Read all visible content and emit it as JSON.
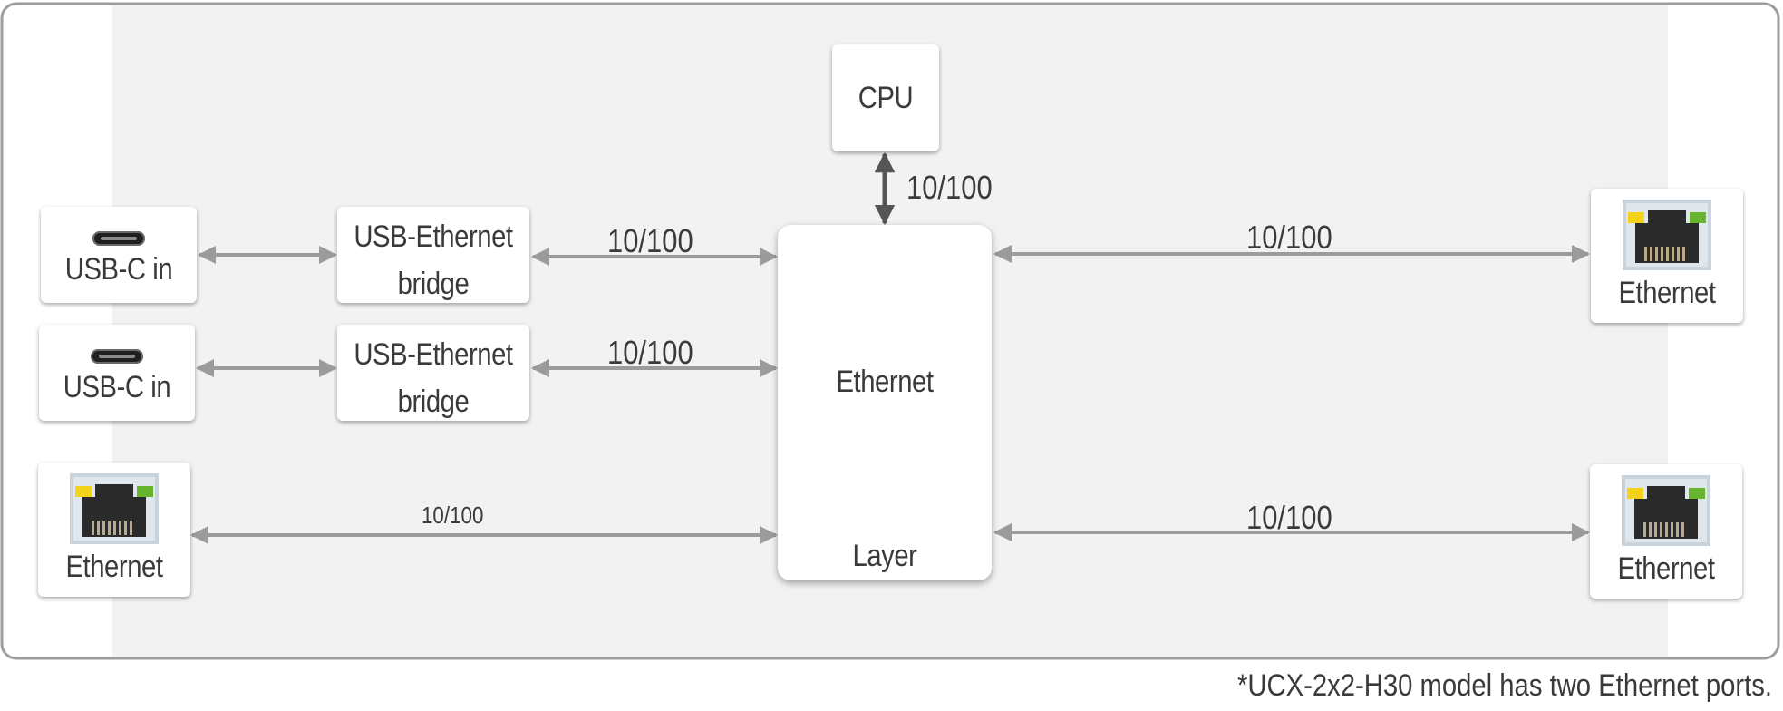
{
  "nodes": {
    "usbc_in_1": "USB-C in",
    "usbc_in_2": "USB-C in",
    "bridge_1": [
      "USB-Ethernet",
      "bridge"
    ],
    "bridge_2": [
      "USB-Ethernet",
      "bridge"
    ],
    "cpu": "CPU",
    "ethernet_layer": [
      "Ethernet",
      "Layer"
    ],
    "ethernet_left": "Ethernet",
    "ethernet_right_top": "Ethernet",
    "ethernet_right_bottom": "Ethernet"
  },
  "links": {
    "cpu_to_layer": "10/100",
    "bridge1_to_layer": "10/100",
    "bridge2_to_layer": "10/100",
    "ethernet_left_to_layer": "10/100",
    "layer_to_ethernet_right_top": "10/100",
    "layer_to_ethernet_right_bottom": "10/100"
  },
  "footnote": "*UCX-2x2-H30 model has two Ethernet ports.",
  "colors": {
    "panel_background": "#f2f2f2",
    "frame_border": "#9e9e9e",
    "arrow_gray": "#9b9b9b",
    "arrow_dark": "#555555",
    "text": "#3a3a3a",
    "led_yellow": "#f2d21b",
    "led_green": "#67b52e"
  }
}
